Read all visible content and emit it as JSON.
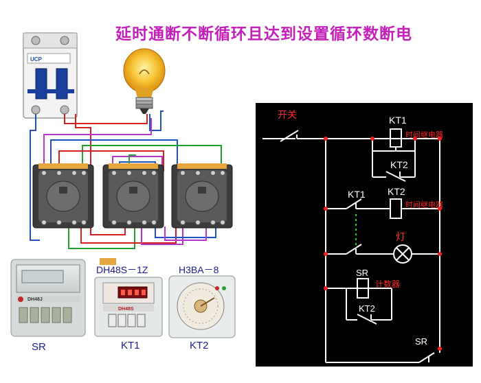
{
  "title": "延时通断不断循环且达到设置循环数断电",
  "devices": {
    "sr": {
      "label": "SR",
      "panel_text": "DH48J"
    },
    "kt1": {
      "label": "KT1",
      "model": "DH48S－1Z",
      "panel_text": "DH48S"
    },
    "kt2": {
      "label": "KT2",
      "model": "H3BA－8"
    }
  },
  "breaker": {
    "brand": "UCP"
  },
  "schematic": {
    "switch_label": "开关",
    "kt1_coil": {
      "label": "KT1",
      "note": "时间继电器"
    },
    "kt2_contact_a": "KT2",
    "kt1_contact": "KT1",
    "kt2_coil": {
      "label": "KT2",
      "note": "时间继电器"
    },
    "lamp_label": "灯",
    "sr_coil": {
      "label": "SR",
      "note": "计数器"
    },
    "kt2_contact_b": "KT2",
    "sr_contact": "SR"
  },
  "colors": {
    "title": "#c51fb9",
    "schematic_bg": "#000000",
    "schematic_line": "#ffffff",
    "schematic_note": "#ff2a2a",
    "schematic_node": "#ff2020",
    "link_dashed": "#22cc22"
  }
}
